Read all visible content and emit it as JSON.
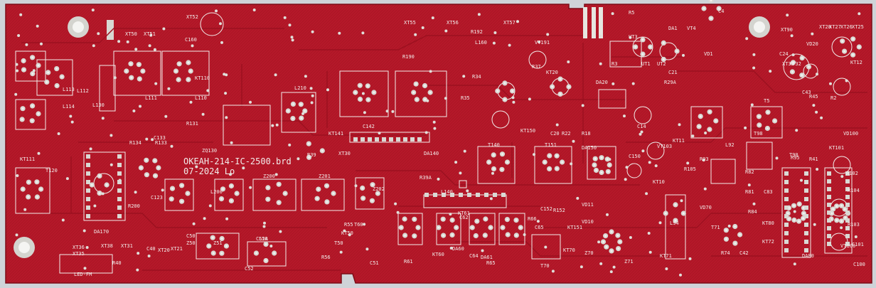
{
  "board": {
    "filename": "OKEAH-214-IC-2500.brd",
    "date_line": "07-2024 Lo",
    "colors": {
      "mask": "#b5182a",
      "mask_dark": "#8e1020",
      "silk": "#f2ecea",
      "pad": "#d9d9d4",
      "background": "#cfd3d8"
    }
  },
  "labels": [
    "XT52",
    "XT50",
    "XT51",
    "C160",
    "XT55",
    "XT56",
    "XT57",
    "R192",
    "R5",
    "DA1",
    "VT4",
    "C4",
    "XT90",
    "XT28",
    "XT27",
    "XT26",
    "XT25",
    "L113",
    "L112",
    "L114",
    "L130",
    "L111",
    "L110",
    "KT110",
    "R131",
    "C133",
    "R134",
    "R133",
    "ZQ130",
    "L210",
    "KT141",
    "R39",
    "XT30",
    "C142",
    "L160",
    "R34",
    "R35",
    "R37",
    "R190",
    "KT20",
    "VT191",
    "DA20",
    "C20",
    "R22",
    "R18",
    "UT1",
    "UT2",
    "UT3",
    "R3",
    "C21",
    "R29A",
    "C24",
    "VD20",
    "KT12",
    "C43",
    "KT111",
    "T120",
    "C123",
    "L200",
    "Z200",
    "Z201",
    "Z202",
    "R39A",
    "T140",
    "T151",
    "KT150",
    "DA140",
    "DA150",
    "C150",
    "VT103",
    "KT11",
    "T50",
    "R55",
    "T60",
    "C62",
    "KT60",
    "DA60",
    "C64",
    "KT61",
    "DA61",
    "R66",
    "C65",
    "C152",
    "R152",
    "KT151",
    "VD11",
    "VD10",
    "VD70",
    "L94",
    "T71",
    "KT70",
    "Z70",
    "Z71",
    "KT71",
    "R74",
    "C42",
    "DA170",
    "R200",
    "C50",
    "Z50",
    "Z51",
    "C52A",
    "L50",
    "C52",
    "KT50",
    "XT36",
    "XT35",
    "XT38",
    "XT31",
    "C40",
    "XT20",
    "XT21",
    "R40",
    "LED-FM",
    "R56",
    "C51",
    "R61",
    "R65",
    "T70",
    "L140",
    "R41",
    "C100",
    "VD100",
    "KT101",
    "VT100",
    "R102",
    "R103",
    "R104",
    "T98",
    "L92",
    "R95",
    "R93",
    "R82",
    "R105",
    "KT10",
    "C14",
    "T5",
    "R45",
    "R2",
    "DA80",
    "C101",
    "KT80",
    "KT72",
    "R81",
    "C83",
    "R84",
    "T90",
    "VD1",
    "XT33",
    "XT32"
  ]
}
